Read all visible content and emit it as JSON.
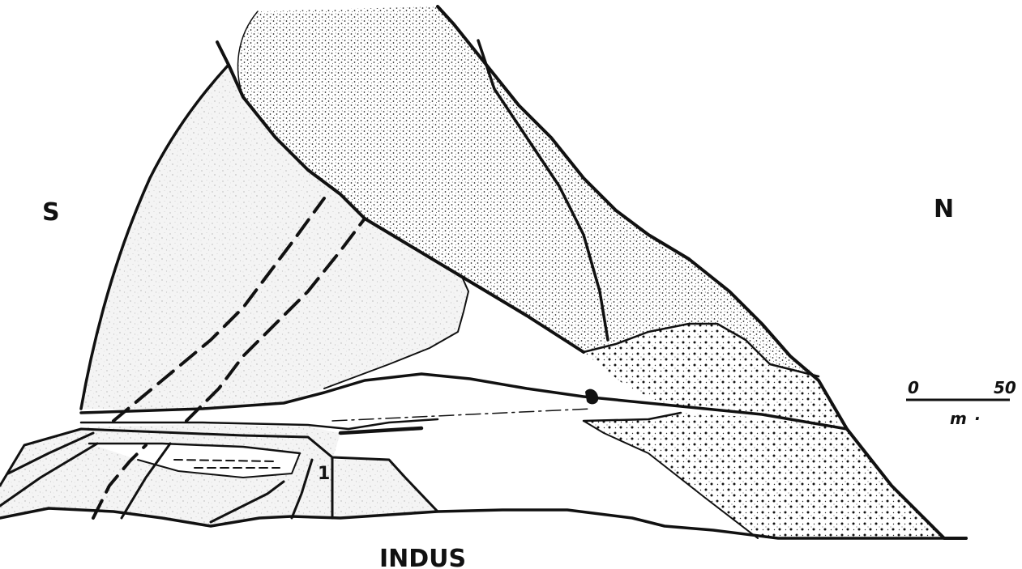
{
  "labels": {
    "south": "S",
    "north": "N",
    "river": "INDUS",
    "unit_marker": "1"
  },
  "scale_bar": {
    "start": "0",
    "end": "50",
    "unit": "m",
    "unit_suffix": "·"
  },
  "colors": {
    "ink": "#111111",
    "light_stipple": "#bdbdbd",
    "background": "#ffffff"
  }
}
